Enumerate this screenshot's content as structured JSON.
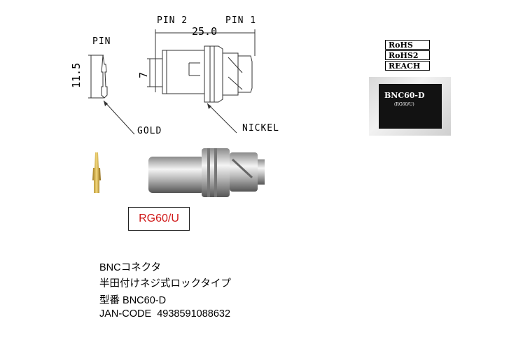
{
  "drawing": {
    "pin_title": "PIN",
    "pin_height": "11.5",
    "pin2_label": "PIN 2",
    "pin1_label": "PIN 1",
    "length": "25.0",
    "diameter": "7",
    "gold_label": "GOLD",
    "nickel_label": "NICKEL"
  },
  "cable_label": "RG60/U",
  "compliance": [
    "RoHS",
    "RoHS2",
    "REACH"
  ],
  "package": {
    "title": "BNC60-D",
    "subtitle": "(RG60/U)"
  },
  "product": {
    "category": "BNCコネクタ",
    "description": "半田付けネジ式ロックタイプ",
    "model_prefix": "型番",
    "model": "BNC60-D",
    "jan_label": "JAN-CODE",
    "jan_code": "4938591088632"
  }
}
